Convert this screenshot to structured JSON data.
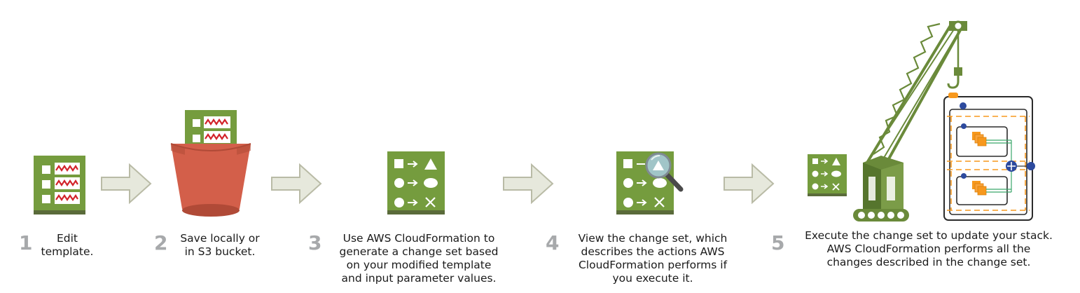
{
  "colors": {
    "doc_green": "#759c3e",
    "doc_bottom": "#5a6b3a",
    "squiggle_red": "#d2232a",
    "bucket_red": "#d35f4a",
    "bucket_rim": "#b04a37",
    "arrow_fill": "#e6e8dc",
    "arrow_stroke": "#b9bba6",
    "crane_green": "#6a8a3a",
    "step_number_gray": "#a7a9ab",
    "stack_orange": "#f7981d"
  },
  "steps": [
    {
      "number": "1",
      "caption": "Edit\ntemplate."
    },
    {
      "number": "2",
      "caption": "Save locally or\nin S3 bucket."
    },
    {
      "number": "3",
      "caption": "Use AWS CloudFormation to\ngenerate a change set based\non your modified template\nand input parameter values."
    },
    {
      "number": "4",
      "caption": "View the change set, which\ndescribes the actions AWS\nCloudFormation performs if\nyou execute it."
    },
    {
      "number": "5",
      "caption": "Execute the change set to update your stack.\nAWS CloudFormation performs all the\nchanges described in the change set."
    }
  ],
  "icons": {
    "template": "template-document-icon",
    "bucket": "s3-bucket-icon",
    "changeset": "change-set-icon",
    "magnifier": "magnifier-icon",
    "arrow": "flow-arrow-icon",
    "crane": "crane-icon",
    "stack": "stack-architecture-icon"
  }
}
